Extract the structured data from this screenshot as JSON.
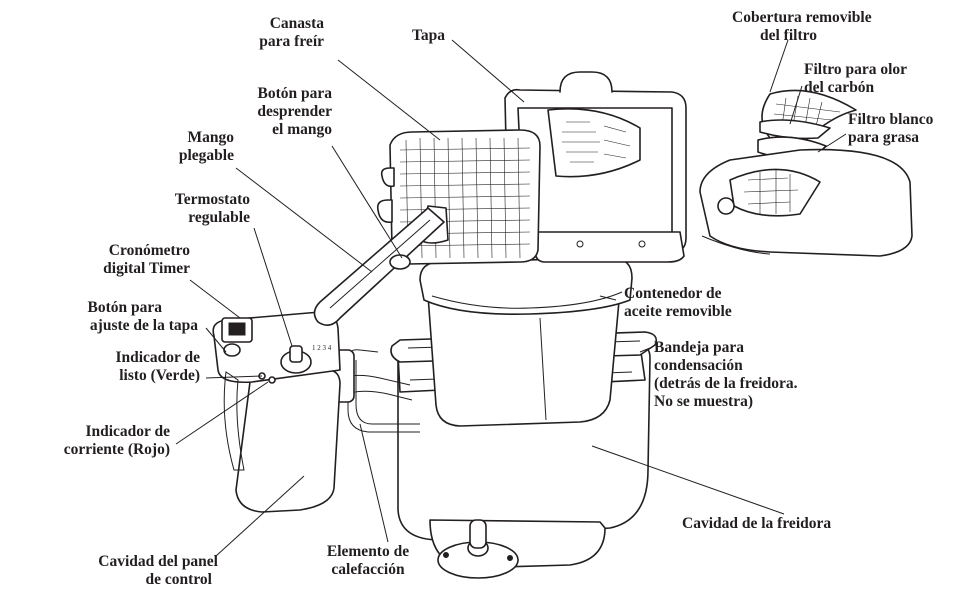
{
  "labels": {
    "basket": [
      "Canasta",
      "para freír"
    ],
    "lid": [
      "Tapa"
    ],
    "filter_cover": [
      "Cobertura removible",
      "del filtro"
    ],
    "charcoal_filter": [
      "Filtro para olor",
      "del carbón"
    ],
    "grease_filter": [
      "Filtro blanco",
      "para grasa"
    ],
    "handle_release": [
      "Botón para",
      "desprender",
      "el mango"
    ],
    "folding_handle": [
      "Mango",
      "plegable"
    ],
    "thermostat": [
      "Termostato",
      "regulable"
    ],
    "timer": [
      "Cronómetro",
      "digital Timer"
    ],
    "lid_button": [
      "Botón para",
      "ajuste de  la tapa"
    ],
    "ready_light": [
      "Indicador de",
      "listo (Verde)"
    ],
    "power_light": [
      "Indicador de",
      "corriente (Rojo)"
    ],
    "oil_container": [
      "Contenedor de",
      "aceite removible"
    ],
    "condensation_tray": [
      "Bandeja para",
      "condensación",
      "(detrás de la freidora.",
      "No se muestra)"
    ],
    "fryer_cavity": [
      "Cavidad de  la freidora"
    ],
    "heating_element": [
      "Elemento de",
      "calefacción"
    ],
    "control_panel": [
      "Cavidad del panel",
      "de control"
    ]
  },
  "colors": {
    "ink": "#231f20",
    "paper": "#ffffff"
  }
}
